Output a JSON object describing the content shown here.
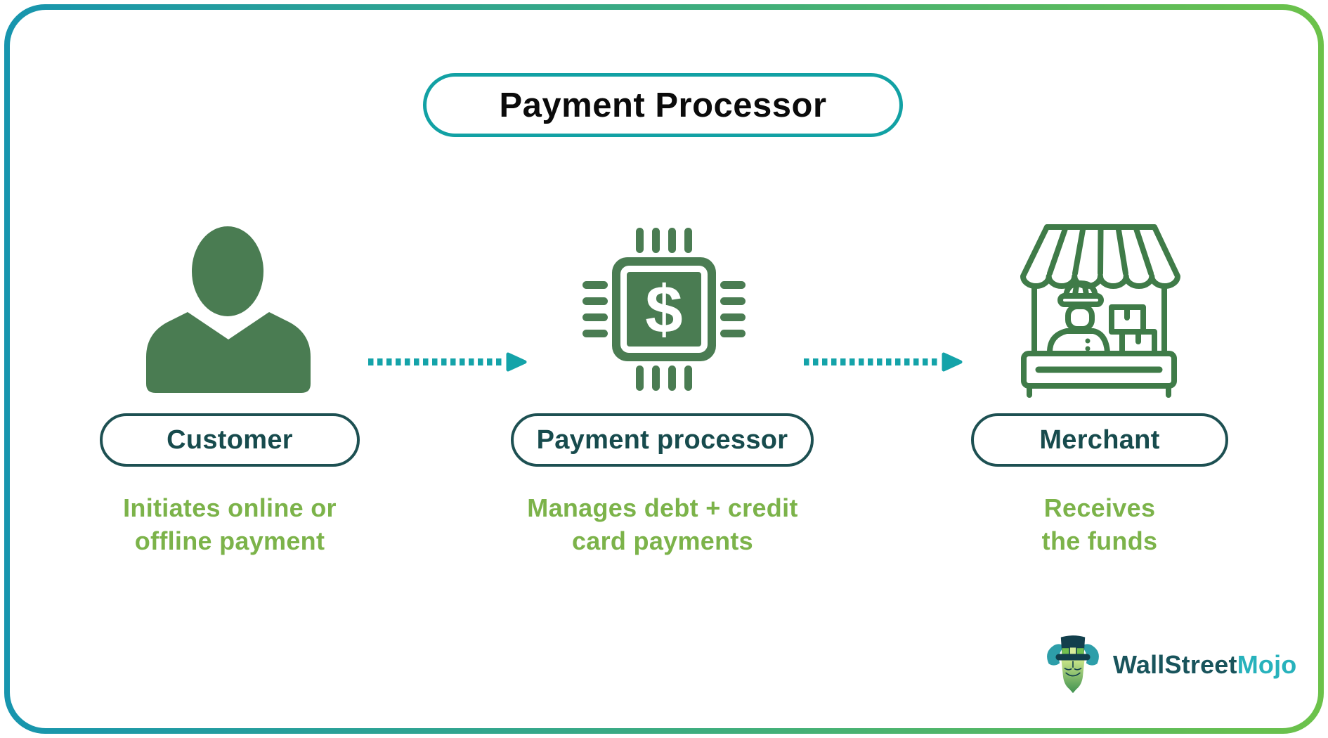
{
  "title": {
    "text": "Payment Processor"
  },
  "flow": {
    "nodes": [
      {
        "icon": "person-icon",
        "label": "Customer",
        "desc_line1": "Initiates online or",
        "desc_line2": "offline payment"
      },
      {
        "icon": "chip-dollar-icon",
        "label": "Payment processor",
        "desc_line1": "Manages debt + credit",
        "desc_line2": "card payments"
      },
      {
        "icon": "market-stall-icon",
        "label": "Merchant",
        "desc_line1": "Receives",
        "desc_line2": "the funds"
      }
    ],
    "chip_symbol": "$",
    "arrow_count": 2
  },
  "colors": {
    "frame_gradient_start": "#1795ae",
    "frame_gradient_end": "#6cc24a",
    "title_border_teal": "#12a1a4",
    "title_text": "#0b0b0b",
    "icon_fill_green": "#4a7c52",
    "icon_stroke_green": "#3f7b48",
    "pill_border_teal": "#1d5052",
    "pill_text_teal": "#174b4d",
    "description_green": "#7cb34a",
    "arrow_teal": "#14a3a9",
    "logo_dark_teal": "#19545c",
    "logo_cyan": "#27b2bc"
  },
  "logo": {
    "text_primary": "WallStreet",
    "text_secondary": "Mojo"
  }
}
